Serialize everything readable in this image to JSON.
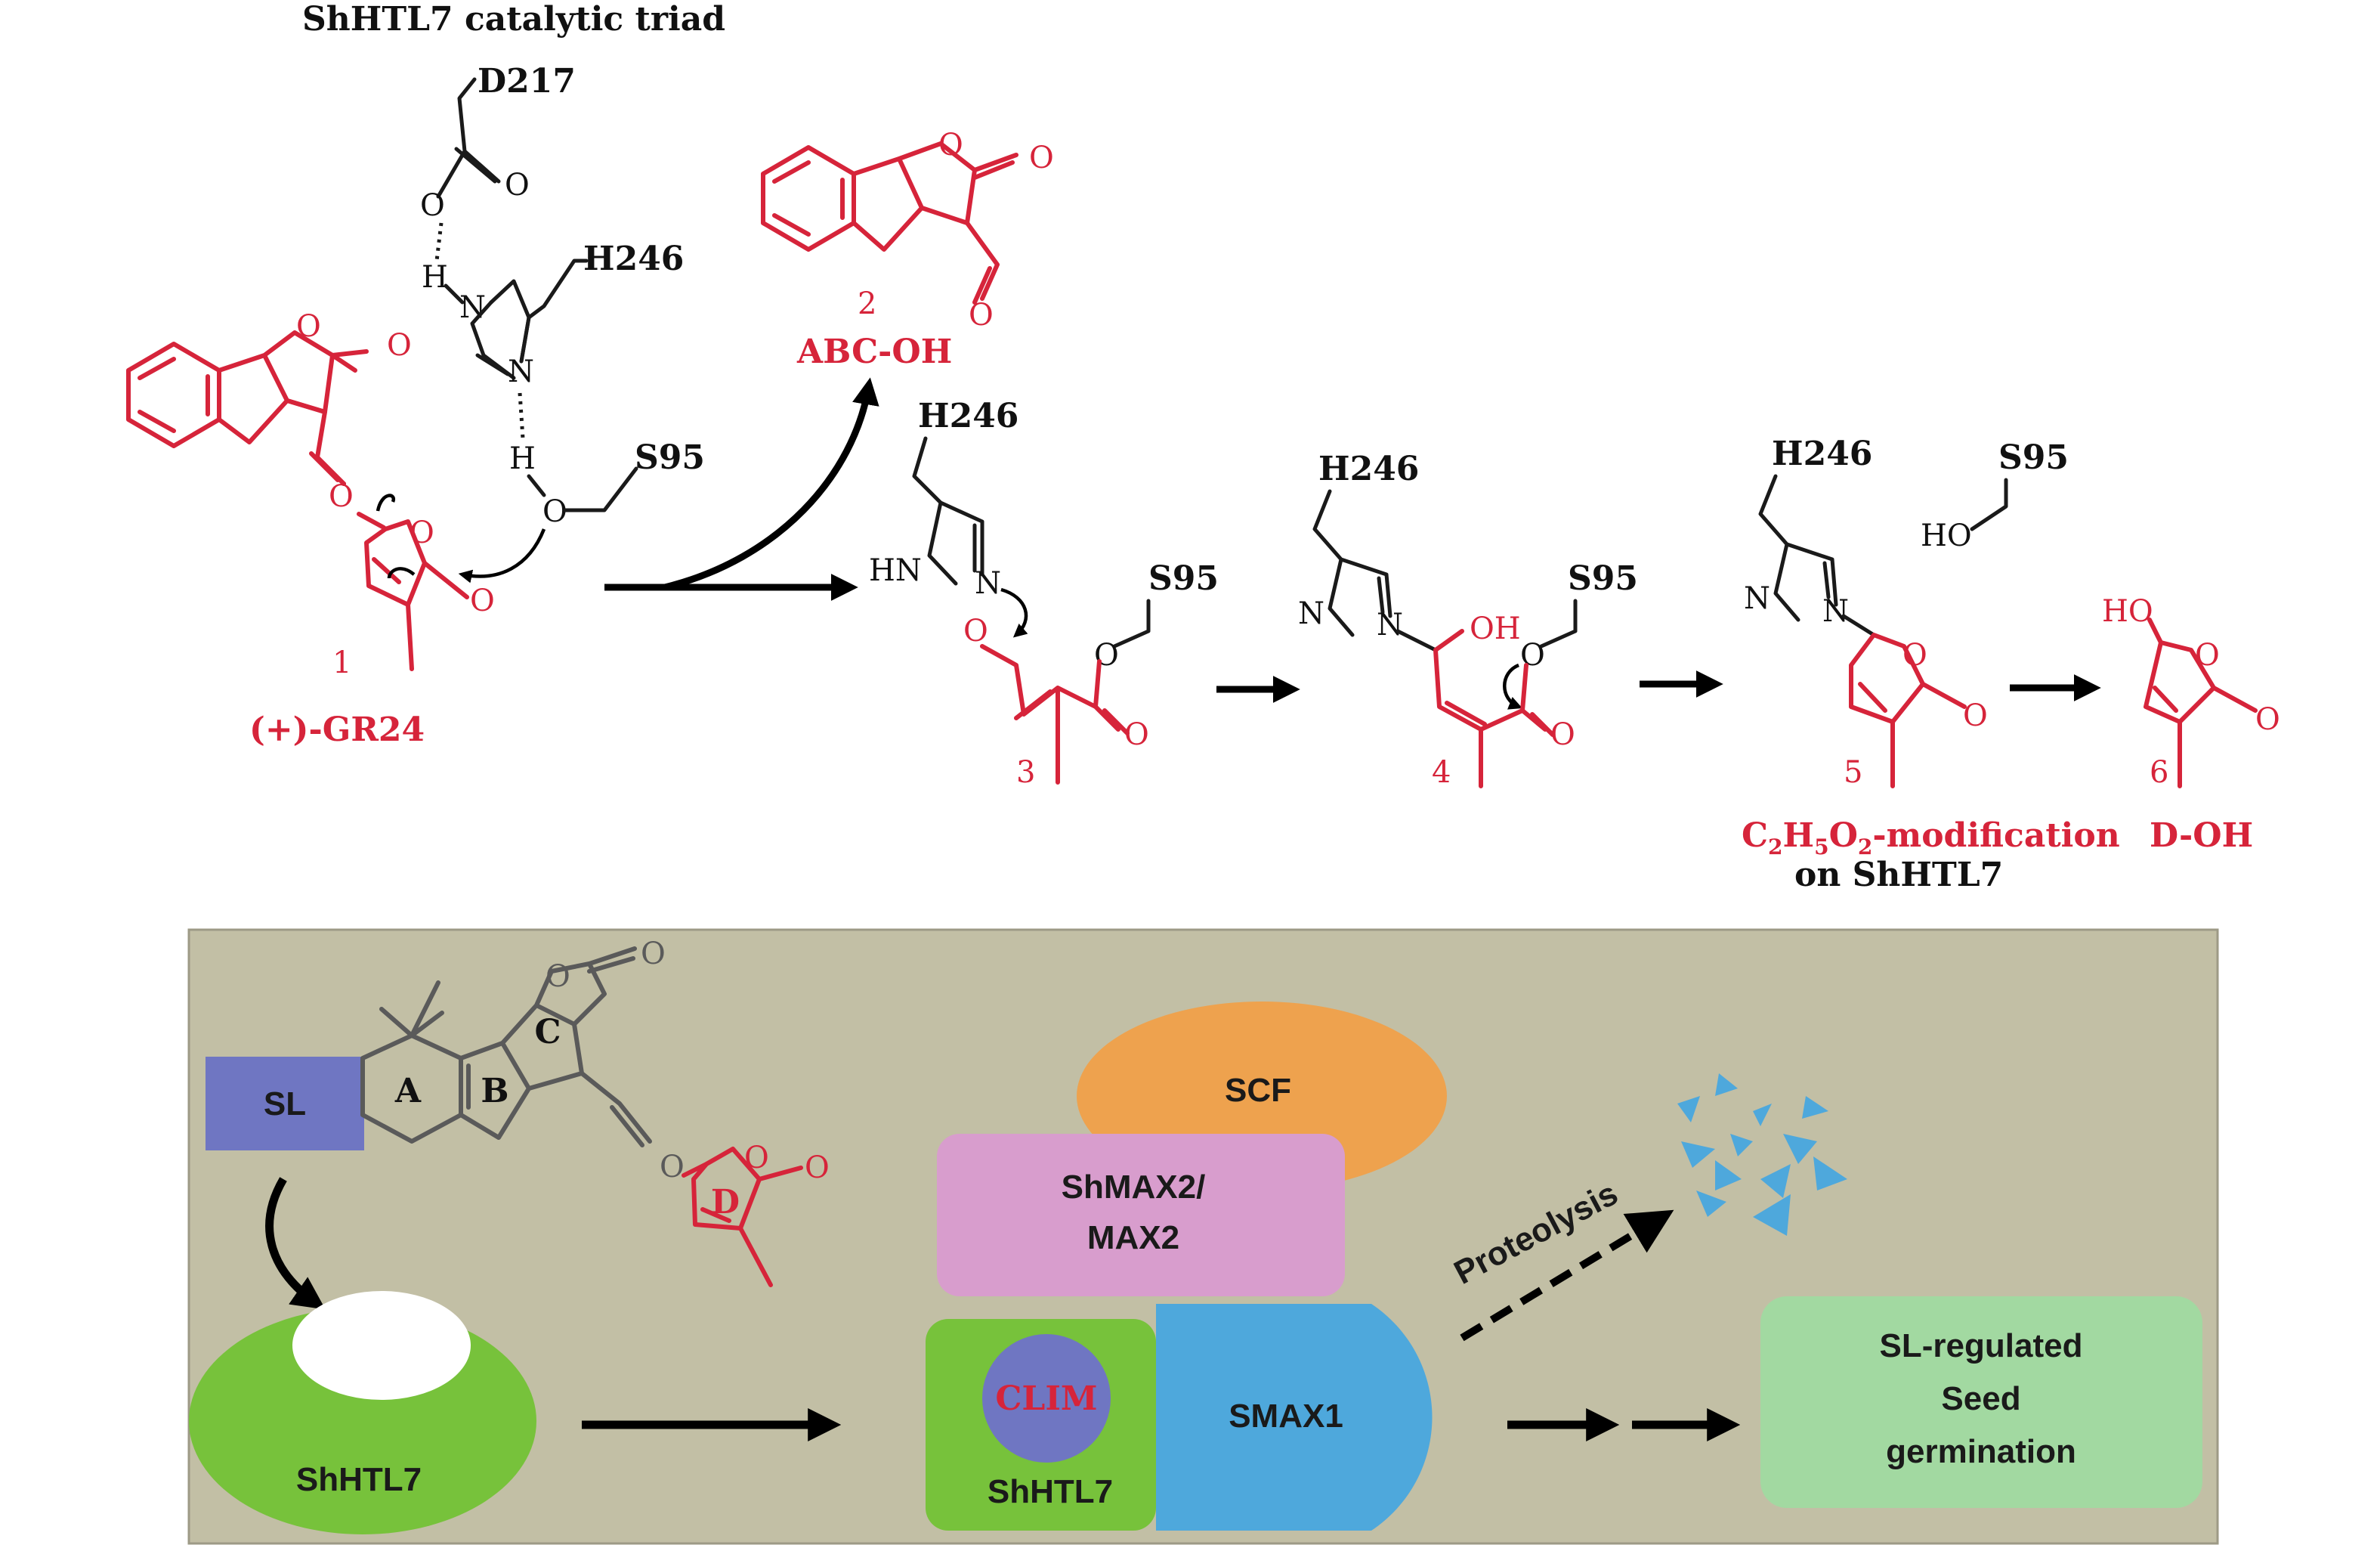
{
  "mechanism": {
    "triad_title": "ShHTL7 catalytic triad",
    "residues": {
      "d217": "D217",
      "h246": "H246",
      "s95": "S95",
      "ho": "HO",
      "hn": "HN"
    },
    "atoms": {
      "o": "O",
      "n": "N",
      "h": "H",
      "oh": "OH",
      "ho_red": "HO"
    },
    "compounds": [
      {
        "number": "1",
        "name": "(+)-GR24"
      },
      {
        "number": "2",
        "name": "ABC-OH"
      },
      {
        "number": "3",
        "name": ""
      },
      {
        "number": "4",
        "name": ""
      },
      {
        "number": "5",
        "name_main": "C",
        "sub1": "2",
        "mid1": "H",
        "sub2": "5",
        "mid2": "O",
        "sub3": "2",
        "name_suffix": "-modification",
        "name_line2": "on ShHTL7"
      },
      {
        "number": "6",
        "name": "D-OH"
      }
    ]
  },
  "pathway": {
    "background_color": "#c2bfa5",
    "sl_label": "SL",
    "ring_labels": [
      "A",
      "B",
      "C",
      "D"
    ],
    "shhtl7_label": "ShHTL7",
    "scf_label": "SCF",
    "shmax2_line1": "ShMAX2/",
    "shmax2_line2": "MAX2",
    "clim_label": "CLIM",
    "shhtl7_complex_label": "ShHTL7",
    "smax1_label": "SMAX1",
    "proteolysis_label": "Proteolysis",
    "outcome_line1": "SL-regulated",
    "outcome_line2": "Seed",
    "outcome_line3": "germination",
    "colors": {
      "sl": "#6f76c2",
      "shhtl7": "#77c23b",
      "scf": "#eea24e",
      "shmax2": "#d89dcd",
      "clim": "#6f76c2",
      "smax1": "#4ea8dc",
      "outcome": "#a2d9a1",
      "fragments": "#4ea8dc",
      "accent_red": "#d6243a"
    }
  }
}
